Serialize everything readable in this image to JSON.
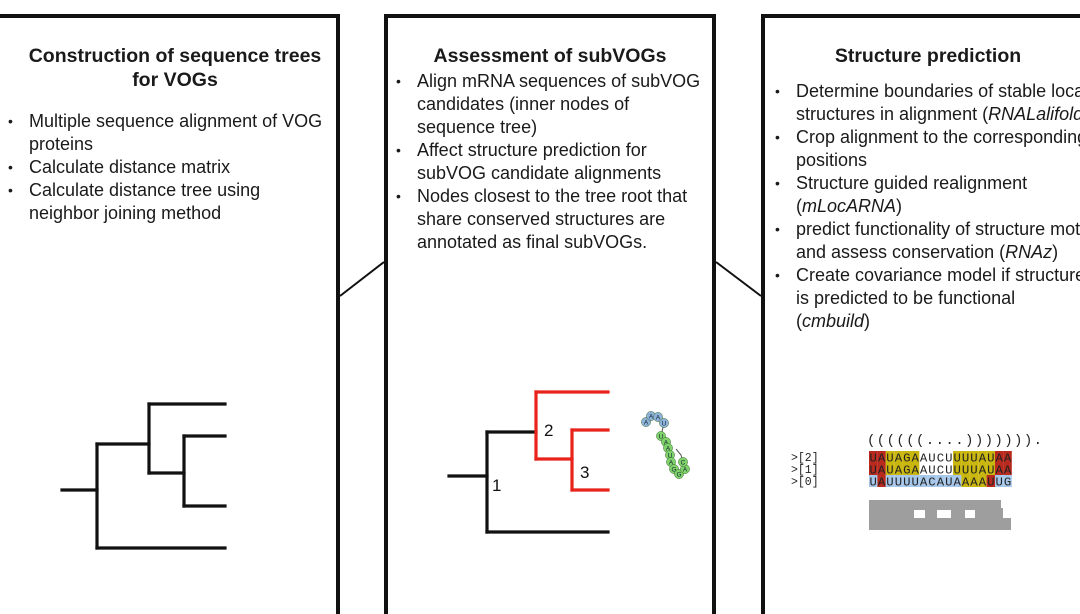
{
  "panels": [
    {
      "title": "Construction of sequence trees for VOGs",
      "bullets": [
        "Multiple sequence alignment of VOG proteins",
        "Calculate distance matrix",
        "Calculate distance tree using neighbor joining method"
      ]
    },
    {
      "title": "Assessment of subVOGs",
      "bullets": [
        "Align mRNA sequences of subVOG candidates (inner nodes of sequence tree)",
        "Affect structure prediction for subVOG candidate alignments",
        "Nodes closest to the tree root that share conserved structures are annotated as final subVOGs."
      ],
      "node_labels": [
        "1",
        "2",
        "3"
      ]
    },
    {
      "title": "Structure prediction",
      "bullets": [
        {
          "pre": "Determine boundaries of stable local structures in alignment (",
          "em": "RNALalifold",
          "post": ")"
        },
        {
          "pre": "Crop alignment to the corresponding positions",
          "em": "",
          "post": ""
        },
        {
          "pre": "Structure guided realignment (",
          "em": "mLocARNA",
          "post": ")"
        },
        {
          "pre": "predict functionality of structure motif and assess conservation (",
          "em": "RNAz",
          "post": ")"
        },
        {
          "pre": "Create covariance model if structure is predicted to be functional (",
          "em": "cmbuild",
          "post": ")"
        }
      ],
      "alignment": {
        "structure": "((((((....))))))).",
        "names": [
          ">[2]",
          ">[1]",
          ">[0]"
        ],
        "sequences": [
          "UAUAGAAUCUUUUAUAA",
          "UAUAGAAUCUUUUAUAA",
          "UAUUUUACAUAAAAUUG"
        ]
      }
    }
  ],
  "hairpin_bases": [
    "A",
    "A",
    "A",
    "U",
    "U",
    "A",
    "A",
    "U",
    "A",
    "G",
    "G",
    "A",
    "C"
  ],
  "colors": {
    "tree_red": "#e8231b",
    "tree_black": "#111111",
    "blue_cell": "#a7c7ea",
    "red_cell": "#b92a1e",
    "yellow_cell": "#c9b60e",
    "green_node": "#7fd36a",
    "blue_node": "#8fb2d8",
    "grey_bar": "#9e9e9e"
  }
}
